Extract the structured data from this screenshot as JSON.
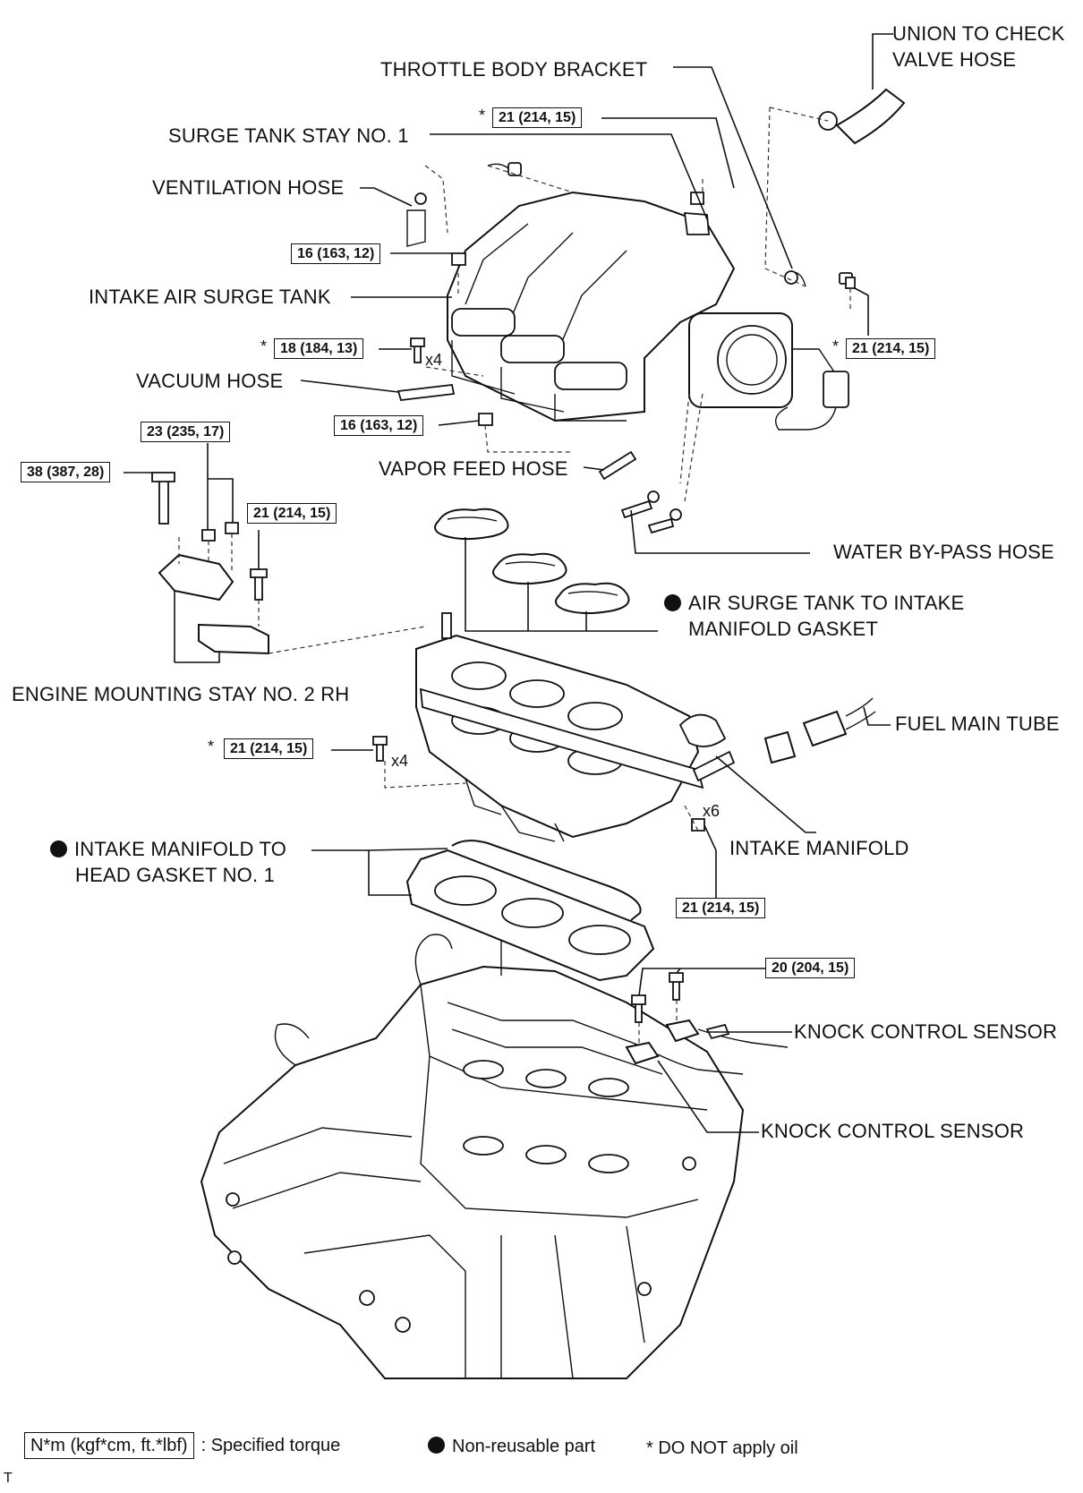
{
  "labels": {
    "union_check_valve_hose": [
      "UNION TO CHECK",
      "VALVE HOSE"
    ],
    "throttle_body_bracket": "THROTTLE BODY BRACKET",
    "surge_tank_stay": "SURGE TANK STAY NO. 1",
    "ventilation_hose": "VENTILATION HOSE",
    "intake_air_surge_tank": "INTAKE AIR SURGE TANK",
    "vacuum_hose": "VACUUM HOSE",
    "vapor_feed_hose": "VAPOR FEED HOSE",
    "water_bypass_hose": "WATER BY-PASS HOSE",
    "surge_tank_gasket": [
      "AIR SURGE TANK TO INTAKE",
      "MANIFOLD GASKET"
    ],
    "engine_mounting_stay": "ENGINE MOUNTING STAY NO. 2 RH",
    "fuel_main_tube": "FUEL MAIN TUBE",
    "intake_manifold": "INTAKE MANIFOLD",
    "head_gasket": [
      "INTAKE MANIFOLD TO",
      "HEAD GASKET NO. 1"
    ],
    "knock_sensor_1": "KNOCK CONTROL SENSOR",
    "knock_sensor_2": "KNOCK CONTROL SENSOR"
  },
  "torques": {
    "t_bracket_top": "21 (214, 15)",
    "t_surge_left": "16 (163, 12)",
    "t_surge_bolts": "18 (184, 13)",
    "t_throttle_right": "21 (214, 15)",
    "t_surge_lower": "16 (163, 12)",
    "t_stay_nuts": "23 (235, 17)",
    "t_stay_bolt": "38 (387, 28)",
    "t_stay_small": "21 (214, 15)",
    "t_manifold_bolts": "21 (214, 15)",
    "t_manifold_nuts": "21 (214, 15)",
    "t_knock": "20 (204, 15)"
  },
  "marks": {
    "star": "*",
    "x4": "x4",
    "x6": "x6",
    "corner": "T"
  },
  "legend": {
    "torque_unit": "N*m (kgf*cm, ft.*lbf)",
    "torque_text": ": Specified torque",
    "nonreusable_text": "Non-reusable part",
    "oil_text": "* DO NOT apply oil"
  }
}
